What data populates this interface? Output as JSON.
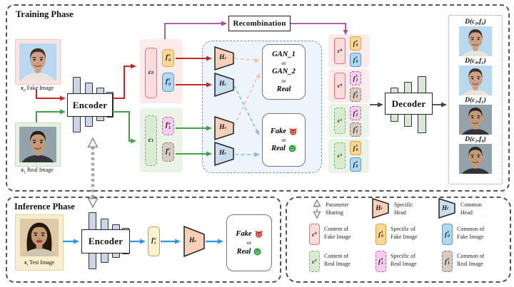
{
  "colors": {
    "red-arrow": "#c62828",
    "green-arrow": "#43a047",
    "purple-arrow": "#a54ca5",
    "blue-arrow": "#2e96ea",
    "peach-dash": "#edc7a4",
    "blue-dash": "#8abbe8",
    "c0-fill": "#fbdcdc",
    "c0-border": "#e57373",
    "c1-fill": "#d9ecd2",
    "c1-border": "#6fb56a",
    "f0s-fill": "#fbd697",
    "f0s-border": "#e5a23d",
    "f0c-fill": "#aed9f2",
    "f0c-border": "#4f9ad0",
    "f1s-fill": "#f2cdec",
    "f1s-border": "#b95cb9",
    "f1c-fill": "#d9cac2",
    "f1c-border": "#8d7668",
    "hs-fill": "#f6d1b8",
    "hc-fill": "#cadcf0",
    "head-border": "#222222",
    "bar-blue": "#c9d6e8",
    "bar-green": "#d6e9d2",
    "bar-border": "#333333",
    "panel-blue": "#edf4fb",
    "panel-blue-border": "#6e98cc",
    "group-pink": "#fcebea",
    "group-green": "#e9f4e7",
    "ft-fill": "#faf1cd",
    "ft-border": "#b5a45a",
    "devil": "#d93025",
    "smiley": "#2aa239",
    "frame-pink": "#fbe3e3",
    "frame-green": "#e4f2e2",
    "frame-cream": "#f8eecd"
  },
  "chips": {
    "c0": {
      "base": "c",
      "sub": "0"
    },
    "c1": {
      "base": "c",
      "sub": "1"
    },
    "f0s": {
      "base": "f",
      "sub": "0",
      "sup": "s"
    },
    "f0c": {
      "base": "f",
      "sub": "0",
      "sup": "c"
    },
    "f1s": {
      "base": "f",
      "sub": "1",
      "sup": "s"
    },
    "f1c": {
      "base": "f",
      "sub": "1",
      "sup": "c"
    },
    "ftc": {
      "base": "f",
      "sub": "t",
      "sup": "c"
    },
    "hs": {
      "base": "H",
      "sub": "s"
    },
    "hc": {
      "base": "H",
      "sub": "c"
    },
    "x0": {
      "base": "x",
      "sub": "0"
    },
    "x1": {
      "base": "x",
      "sub": "1"
    },
    "xt": {
      "base": "x",
      "sub": "t"
    }
  },
  "faces": {
    "x0": {
      "bg": "#b9d9f0",
      "skin": "#cda087",
      "hair": "#43301f",
      "shirt": "#e9e5dc",
      "lips": "#8d5a4a",
      "style": "short"
    },
    "x1": {
      "bg": "#93a3ab",
      "skin": "#c29a76",
      "hair": "#2b211a",
      "shirt": "#32323a",
      "lips": "#7a5140",
      "style": "short"
    },
    "xt": {
      "bg": "#decaa4",
      "skin": "#c59b72",
      "hair": "#241710",
      "shirt": "#cfc4ae",
      "lips": "#b23a4a",
      "style": "long"
    }
  },
  "training": {
    "title": "Training Phase",
    "fake_caption": "Fake Image",
    "real_caption": "Real Image",
    "encoder_label": "Encoder",
    "decoder_label": "Decoder",
    "recombination_label": "Recombination",
    "gan_box": {
      "line1": "GAN_1",
      "or1": "or",
      "line2": "GAN_2",
      "or2": "or",
      "line3": "Real"
    },
    "outputs": [
      {
        "label": "D(c₀,f₀)"
      },
      {
        "label": "D(c₀,f₁)"
      },
      {
        "label": "D(c₁,f₁)"
      },
      {
        "label": "D(c₁,f₀)"
      }
    ]
  },
  "verdict": {
    "fake": "Fake",
    "or": "or",
    "real": "Real"
  },
  "inference": {
    "title": "Inference Phase",
    "test_caption": "Test Image",
    "encoder_label": "Encoder"
  },
  "legend": {
    "items": [
      {
        "label": "Parameter\nSharing"
      },
      {
        "label": "Specific\nHead"
      },
      {
        "label": "Common\nHead"
      },
      {
        "label": "Content of\nFake Image"
      },
      {
        "label": "Specific of\nFake Image"
      },
      {
        "label": "Common of\nFake Image"
      },
      {
        "label": "Content of\nReal Image"
      },
      {
        "label": "Specific of\nReal Image"
      },
      {
        "label": "Common of\nReal Image"
      }
    ]
  }
}
